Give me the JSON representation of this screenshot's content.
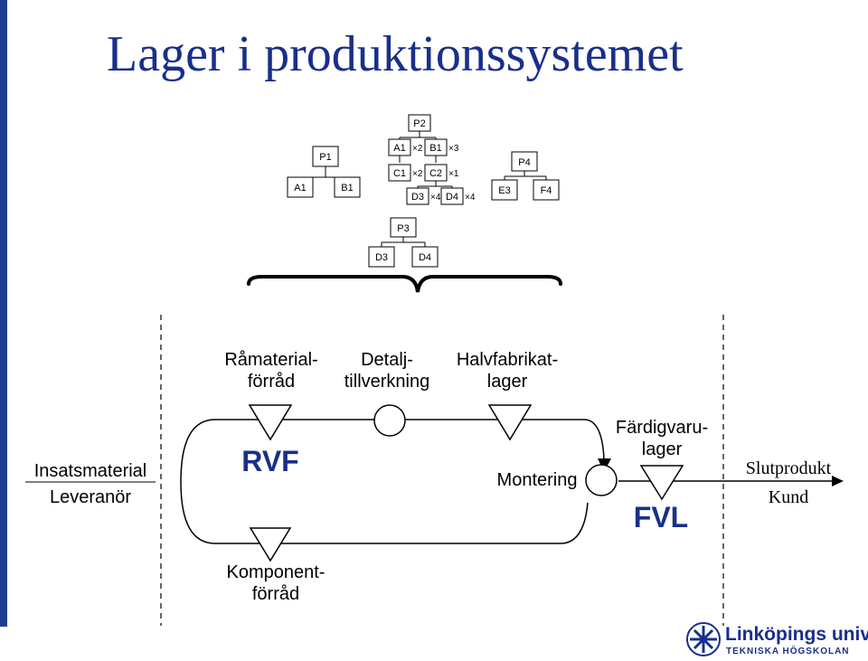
{
  "title": "Lager i produktionssystemet",
  "products": {
    "p1": {
      "top": "P1",
      "children": [
        "A1",
        "B1"
      ]
    },
    "p2": {
      "top": "P2",
      "a1": "A1",
      "a1_qty": "×2",
      "b1": "B1",
      "b1_qty": "×3",
      "c1": "C1",
      "c1_qty": "×2",
      "c2": "C2",
      "c2_qty": "×1",
      "d3": "D3",
      "d3_qty": "×4",
      "d4": "D4",
      "d4_qty": "×4"
    },
    "p4": {
      "top": "P4",
      "children": [
        "E3",
        "F4"
      ]
    },
    "p3": {
      "top": "P3",
      "children": [
        "D3",
        "D4"
      ]
    }
  },
  "flow": {
    "left_label_1": "Insatsmaterial",
    "left_label_2": "Leveranör",
    "ramaterial_1": "Råmaterial-",
    "ramaterial_2": "förråd",
    "detalj_1": "Detalj-",
    "detalj_2": "tillverkning",
    "halv_1": "Halvfabrikat-",
    "halv_2": "lager",
    "rvf": "RVF",
    "montering": "Montering",
    "fardig_1": "Färdigvaru-",
    "fardig_2": "lager",
    "fvl": "FVL",
    "komponent_1": "Komponent-",
    "komponent_2": "förråd",
    "right_label_1": "Slutprodukt",
    "right_label_2": "Kund"
  },
  "logo": {
    "name": "Linköpings universitet",
    "sub": "TEKNISKA HÖGSKOLAN"
  },
  "colors": {
    "title": "#1a2f8a",
    "accent_bar": "#1f3e8f"
  }
}
